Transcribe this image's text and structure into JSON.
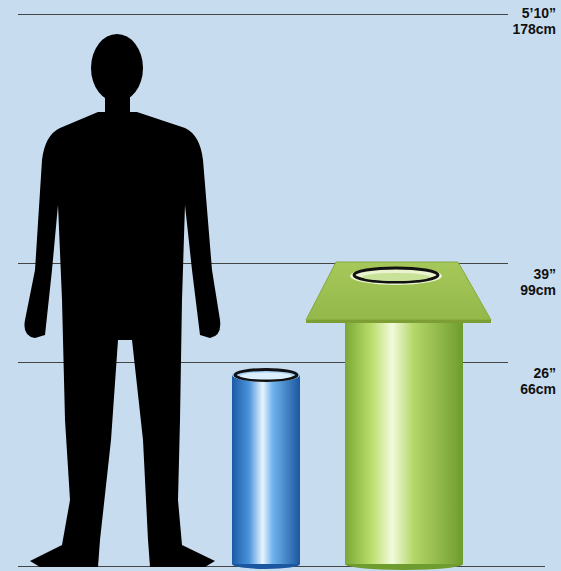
{
  "diagram": {
    "labels": [
      "5’10”",
      "178cm",
      "39”",
      "99cm",
      "26”",
      "66cm"
    ]
  }
}
